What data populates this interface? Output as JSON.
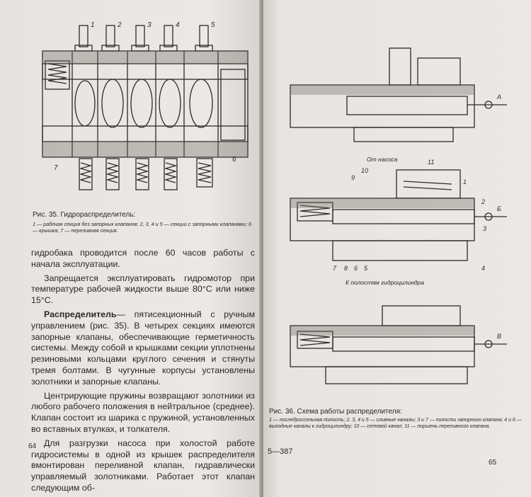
{
  "left_page": {
    "figure": {
      "part_numbers": [
        "1",
        "2",
        "3",
        "4",
        "5",
        "6",
        "7"
      ],
      "caption_title": "Рис. 35. Гидрораспределитель:",
      "caption_legend": "1 — рабочая секция без запорных клапанов; 2, 3, 4 и 5 — секции с запорными клапанами; 6 — крышка; 7 — переливная секция."
    },
    "paragraphs": [
      "гидробака проводится после 60 часов работы с начала эксплуатации.",
      "Запрещается эксплуатировать гидромотор при температуре рабочей жидкости выше 80°С или ниже 15°С.",
      "пятисекционный с ручным управлением (рис. 35). В четырех секциях имеются запорные клапаны, обеспечивающие герметичность системы. Между собой и крышками секции уплотнены резиновыми кольцами круглого сечения и стянуты тремя болтами. В чугунные корпусы установлены золотники и запорные клапаны.",
      "Центрирующие пружины возвращают золотники из любого рабочего положения в нейтральное (среднее). Клапан состоит из шарика с пружиной, установленных во вставных втулках, и толкателя.",
      "Для разгрузки насоса при холостой работе гидросистемы в одной из крышек распределителя вмонтирован переливной клапан, гидравлически управляемый золотниками. Работает этот клапан следующим об-"
    ],
    "term_bold": "Распределитель",
    "term_dash": "— ",
    "page_number": "64"
  },
  "right_page": {
    "figure": {
      "label_from_pump": "От насоса",
      "label_to_cylinder": "К полостям гидроцилиндра",
      "letters": [
        "А",
        "Б",
        "В"
      ],
      "numbers": [
        "1",
        "2",
        "3",
        "4",
        "5",
        "6",
        "7",
        "8",
        "9",
        "10",
        "11"
      ],
      "caption_title": "Рис. 36. Схема работы распределителя:",
      "caption_legend": "1 — последроссельная полость; 2, 3, 4 и 5 — сливные каналы; 3 и 7 — полости запорного клапана; 4 и 6 — выходные каналы к гидроцилиндру; 10 — сетевой канал; 11 — поршень переливного клапана."
    },
    "signature": "5—387",
    "page_number": "65"
  }
}
